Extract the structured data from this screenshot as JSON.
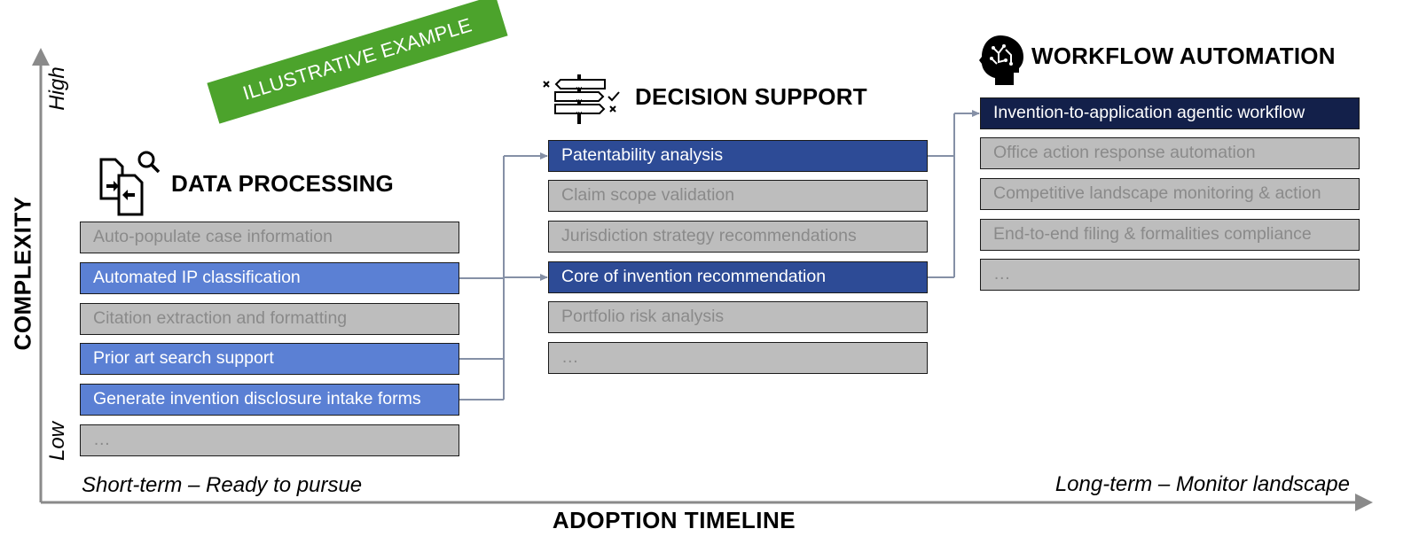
{
  "banner": "ILLUSTRATIVE EXAMPLE",
  "axes": {
    "y_title": "COMPLEXITY",
    "y_high": "High",
    "y_low": "Low",
    "x_title": "ADOPTION TIMELINE",
    "x_left_note": "Short-term – Ready to pursue",
    "x_right_note": "Long-term – Monitor landscape"
  },
  "sections": {
    "data_processing": {
      "title": "DATA PROCESSING",
      "icon": "documents-search-icon",
      "items": [
        {
          "label": "Auto-populate case information",
          "status": "grey"
        },
        {
          "label": "Automated IP classification",
          "status": "blue"
        },
        {
          "label": "Citation extraction and formatting",
          "status": "grey"
        },
        {
          "label": "Prior art search support",
          "status": "blue"
        },
        {
          "label": "Generate invention disclosure intake forms",
          "status": "blue"
        },
        {
          "label": "…",
          "status": "grey"
        }
      ]
    },
    "decision_support": {
      "title": "DECISION SUPPORT",
      "icon": "signpost-icon",
      "items": [
        {
          "label": "Patentability analysis",
          "status": "navy"
        },
        {
          "label": "Claim scope validation",
          "status": "grey"
        },
        {
          "label": "Jurisdiction strategy recommendations",
          "status": "grey"
        },
        {
          "label": "Core of invention recommendation",
          "status": "navy"
        },
        {
          "label": "Portfolio risk analysis",
          "status": "grey"
        },
        {
          "label": "…",
          "status": "grey"
        }
      ]
    },
    "workflow_automation": {
      "title": "WORKFLOW AUTOMATION",
      "icon": "brain-head-icon",
      "items": [
        {
          "label": "Invention-to-application agentic workflow",
          "status": "dark"
        },
        {
          "label": "Office action response automation",
          "status": "grey"
        },
        {
          "label": "Competitive landscape monitoring & action",
          "status": "grey"
        },
        {
          "label": "End-to-end filing & formalities compliance",
          "status": "grey"
        },
        {
          "label": "…",
          "status": "grey"
        }
      ]
    }
  },
  "colors": {
    "grey_fill": "#bdbdbd",
    "grey_text": "#8a8a8a",
    "blue": "#5b80d4",
    "navy": "#2d4b96",
    "dark_navy": "#13204a",
    "banner_green": "#4ca32c",
    "axis_grey": "#8a8a8a",
    "connector": "#8590a6"
  }
}
